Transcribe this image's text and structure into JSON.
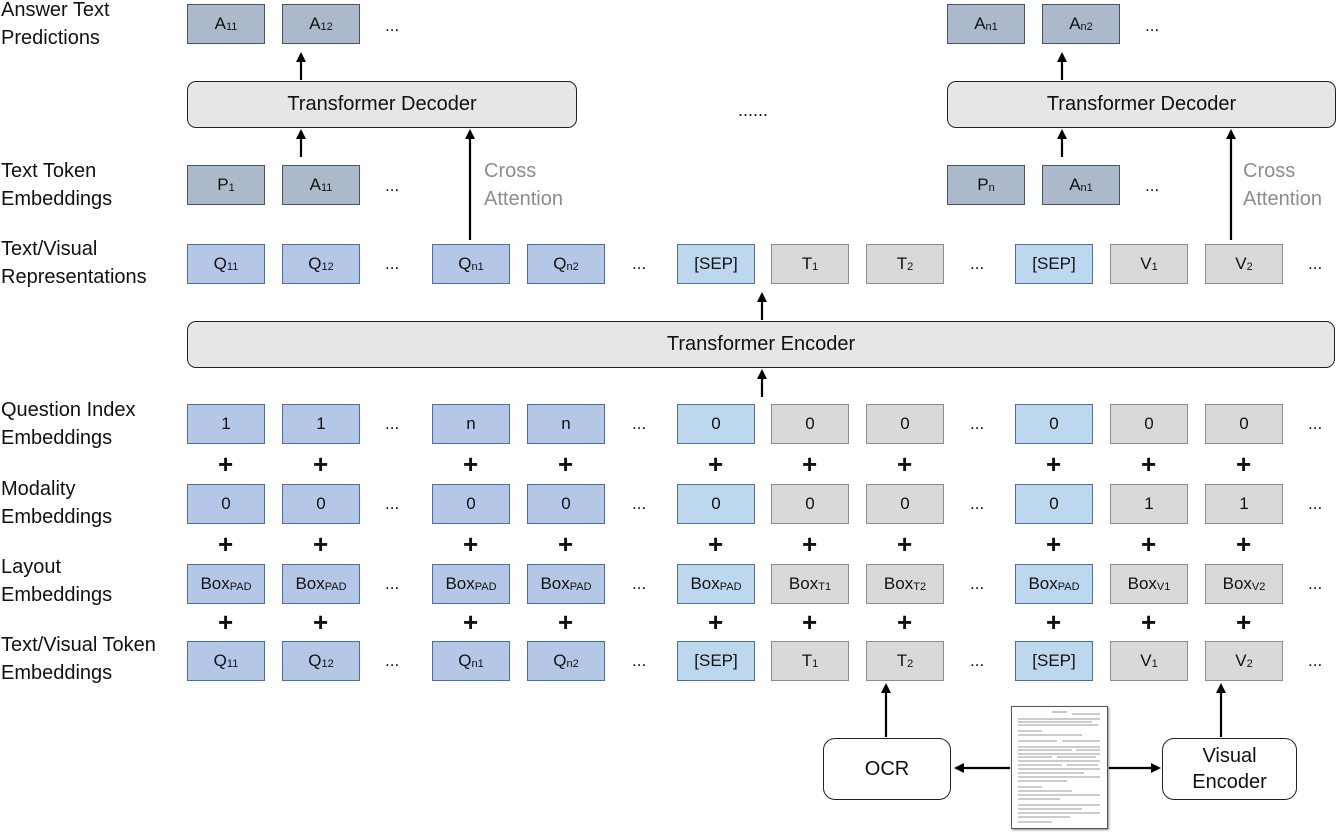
{
  "labels": {
    "answer_text_predictions": "Answer Text\nPredictions",
    "text_token_embeddings": "Text Token\nEmbeddings",
    "text_visual_representations": "Text/Visual\nRepresentations",
    "question_index_embeddings": "Question Index\nEmbeddings",
    "modality_embeddings": "Modality\nEmbeddings",
    "layout_embeddings": "Layout\nEmbeddings",
    "text_visual_token_embeddings": "Text/Visual Token\nEmbeddings"
  },
  "blocks": {
    "decoder": "Transformer Decoder",
    "encoder": "Transformer Encoder",
    "cross_attention": "Cross\nAttention",
    "ocr": "OCR",
    "visual_encoder": "Visual\nEncoder",
    "middle_ellipsis": "......"
  },
  "ellipsis": "...",
  "plus": "+",
  "columns": [
    {
      "type": "q"
    },
    {
      "type": "q"
    },
    {
      "type": "dots"
    },
    {
      "type": "q"
    },
    {
      "type": "q"
    },
    {
      "type": "dots"
    },
    {
      "type": "sep"
    },
    {
      "type": "g"
    },
    {
      "type": "g"
    },
    {
      "type": "dots"
    },
    {
      "type": "sep"
    },
    {
      "type": "g"
    },
    {
      "type": "g"
    },
    {
      "type": "dots"
    }
  ],
  "rows": {
    "representations": [
      [
        "Q",
        "11"
      ],
      [
        "Q",
        "12"
      ],
      null,
      [
        "Q",
        "n1"
      ],
      [
        "Q",
        "n2"
      ],
      null,
      [
        "[SEP]",
        ""
      ],
      [
        "T",
        "1"
      ],
      [
        "T",
        "2"
      ],
      null,
      [
        "[SEP]",
        ""
      ],
      [
        "V",
        "1"
      ],
      [
        "V",
        "2"
      ],
      null
    ],
    "question_index": [
      [
        "1",
        ""
      ],
      [
        "1",
        ""
      ],
      null,
      [
        "n",
        ""
      ],
      [
        "n",
        ""
      ],
      null,
      [
        "0",
        ""
      ],
      [
        "0",
        ""
      ],
      [
        "0",
        ""
      ],
      null,
      [
        "0",
        ""
      ],
      [
        "0",
        ""
      ],
      [
        "0",
        ""
      ],
      null
    ],
    "modality": [
      [
        "0",
        ""
      ],
      [
        "0",
        ""
      ],
      null,
      [
        "0",
        ""
      ],
      [
        "0",
        ""
      ],
      null,
      [
        "0",
        ""
      ],
      [
        "0",
        ""
      ],
      [
        "0",
        ""
      ],
      null,
      [
        "0",
        ""
      ],
      [
        "1",
        ""
      ],
      [
        "1",
        ""
      ],
      null
    ],
    "layout": [
      [
        "Box",
        "PAD"
      ],
      [
        "Box",
        "PAD"
      ],
      null,
      [
        "Box",
        "PAD"
      ],
      [
        "Box",
        "PAD"
      ],
      null,
      [
        "Box",
        "PAD"
      ],
      [
        "Box",
        "T1"
      ],
      [
        "Box",
        "T2"
      ],
      null,
      [
        "Box",
        "PAD"
      ],
      [
        "Box",
        "V1"
      ],
      [
        "Box",
        "V2"
      ],
      null
    ],
    "token": [
      [
        "Q",
        "11"
      ],
      [
        "Q",
        "12"
      ],
      null,
      [
        "Q",
        "n1"
      ],
      [
        "Q",
        "n2"
      ],
      null,
      [
        "[SEP]",
        ""
      ],
      [
        "T",
        "1"
      ],
      [
        "T",
        "2"
      ],
      null,
      [
        "[SEP]",
        ""
      ],
      [
        "V",
        "1"
      ],
      [
        "V",
        "2"
      ],
      null
    ]
  },
  "decoders": [
    {
      "answers": [
        [
          "A",
          "11"
        ],
        [
          "A",
          "12"
        ]
      ],
      "inputs": [
        [
          "P",
          "1"
        ],
        [
          "A",
          "11"
        ]
      ]
    },
    {
      "answers": [
        [
          "A",
          "n1"
        ],
        [
          "A",
          "n2"
        ]
      ],
      "inputs": [
        [
          "P",
          "n"
        ],
        [
          "A",
          "n1"
        ]
      ]
    }
  ],
  "colors": {
    "question": "#b4c7e7",
    "sep": "#bdd7ee",
    "gray": "#d9d9d9",
    "answer": "#acb9ca",
    "block": "#e7e6e6",
    "cross_attention_text": "#8c8c8c"
  },
  "icons": {
    "document": "document-page-icon"
  }
}
